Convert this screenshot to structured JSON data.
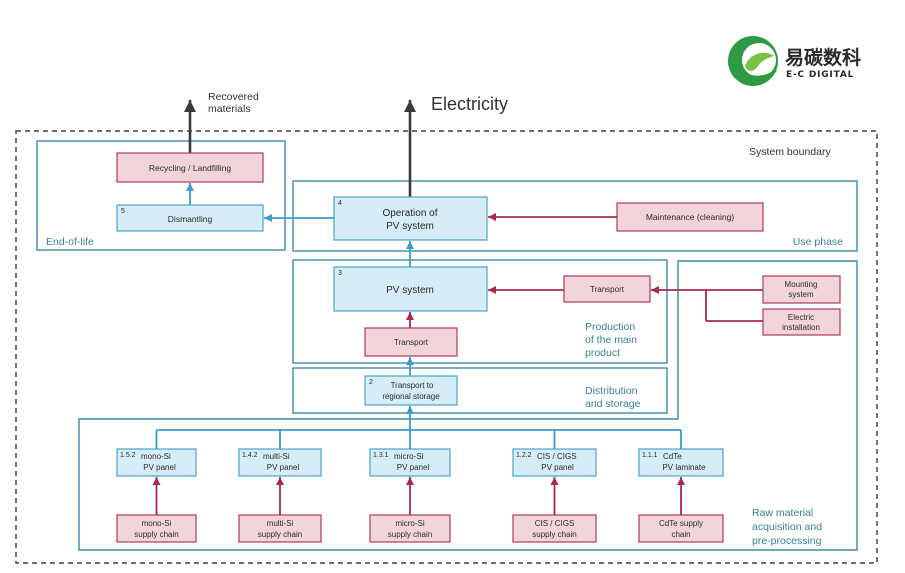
{
  "logo": {
    "name_cn": "易碳数科",
    "name_en": "E-C DIGITAL"
  },
  "outputs": {
    "recovered_materials": [
      "Recovered",
      "materials"
    ],
    "electricity": "Electricity"
  },
  "system_boundary": "System boundary",
  "end_of_life": {
    "label": "End-of-life",
    "recycling": "Recycling / Landfilling",
    "dismantling": {
      "number": "5",
      "label": "Dismantling"
    }
  },
  "use_phase": {
    "label": "Use phase",
    "operation": {
      "number": "4",
      "lines": [
        "Operation of",
        "PV system"
      ]
    },
    "maintenance": "Maintenance (cleaning)"
  },
  "production": {
    "label": [
      "Production",
      "of the main",
      "product"
    ],
    "pv_system": {
      "number": "3",
      "label": "PV system"
    },
    "transport_inner": "Transport",
    "transport_outer": "Transport"
  },
  "inputs": {
    "mounting": [
      "Mounting",
      "system"
    ],
    "electric": [
      "Electric",
      "installation"
    ]
  },
  "distribution": {
    "label": [
      "Distribution",
      "and storage"
    ],
    "transport": {
      "number": "2",
      "lines": [
        "Transport to",
        "regional storage"
      ]
    }
  },
  "raw_material": {
    "label": [
      "Raw material",
      "acquisition and",
      "pre-processing"
    ],
    "panels": [
      {
        "number": "1.5.2",
        "name": "mono-Si",
        "type": "PV panel",
        "supply": [
          "mono-Si",
          "supply chain"
        ]
      },
      {
        "number": "1.4.2",
        "name": "multi-Si",
        "type": "PV panel",
        "supply": [
          "multi-Si",
          "supply chain"
        ]
      },
      {
        "number": "1.3.1",
        "name": "micro-Si",
        "type": "PV panel",
        "supply": [
          "micro-Si",
          "supply chain"
        ]
      },
      {
        "number": "1.2.2",
        "name": "CIS / CIGS",
        "type": "PV panel",
        "supply": [
          "CIS / CIGS",
          "supply chain"
        ]
      },
      {
        "number": "1.1.1",
        "name": "CdTe",
        "type": "PV laminate",
        "supply": [
          "CdTe supply",
          "chain"
        ]
      }
    ]
  },
  "colors": {
    "container": "#3f8aa8",
    "blue_fill": "#d6ecf6",
    "blue_stroke": "#4aa3cf",
    "pink_fill": "#f2d4db",
    "pink_stroke": "#b03a5e",
    "blue_arrow": "#3d9bd0",
    "pink_arrow": "#a82a52",
    "label": "#3a8196",
    "logo_green": "#2f9a44"
  }
}
